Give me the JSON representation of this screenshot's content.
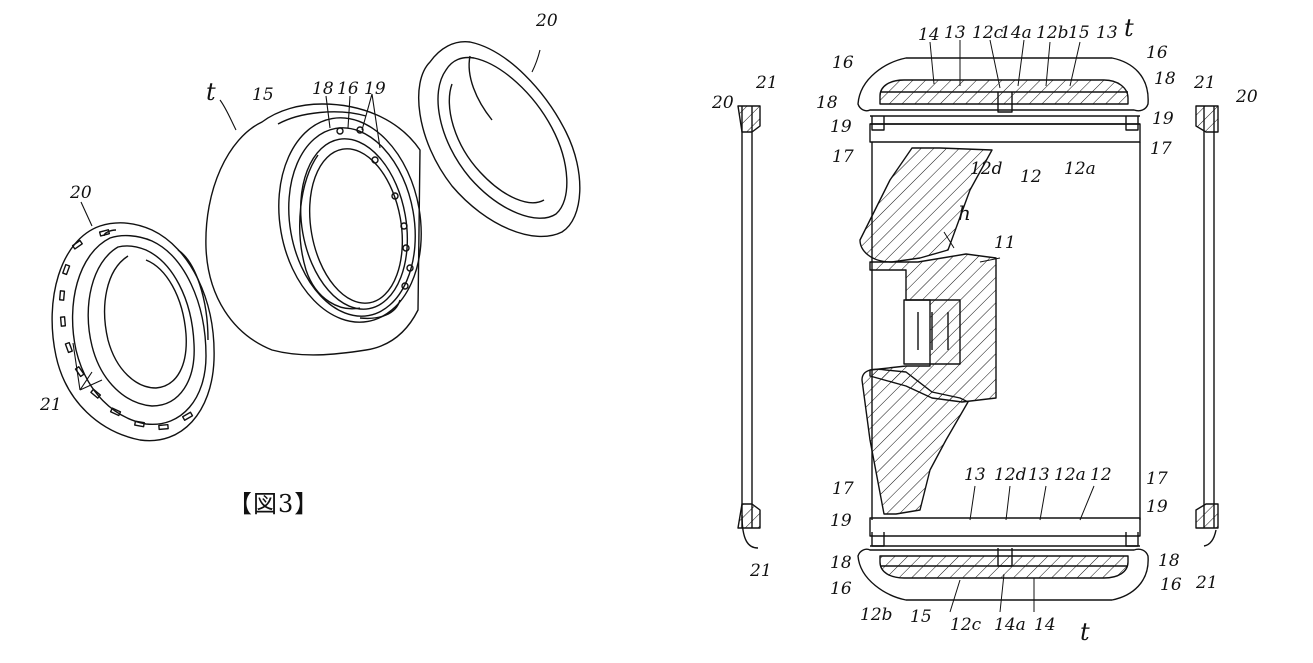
{
  "caption": "【図3】",
  "colors": {
    "ink": "#111111",
    "paper": "#ffffff"
  },
  "left_view": {
    "labels": {
      "t": "t",
      "tread": "15",
      "groove": "18",
      "bead": "16",
      "holes": "19",
      "ring_front": "20",
      "ring_back": "20",
      "lugs": "21"
    }
  },
  "right_view": {
    "labels": {
      "l14_top": "14",
      "l13_top": "13",
      "l12c_top": "12c",
      "l14a_top": "14a",
      "l12b_top": "12b",
      "l15_top": "15",
      "l13b_top": "13",
      "t_top": "t",
      "l16_tr": "16",
      "l16_tl": "16",
      "l18_tl": "18",
      "l18_tr": "18",
      "l19_tl": "19",
      "l19_tr": "19",
      "l17_tl": "17",
      "l17_tr": "17",
      "l12d_top": "12d",
      "l12_top": "12",
      "l12a_top": "12a",
      "h": "h",
      "l11": "11",
      "l21_tl": "21",
      "l20_l": "20",
      "l21_tr": "21",
      "l20_r": "20",
      "l21_bl": "21",
      "l21_br": "21",
      "l13_bot": "13",
      "l12d_bot": "12d",
      "l13b_bot": "13",
      "l12a_bot": "12a",
      "l12_bot": "12",
      "l17_bl": "17",
      "l17_br": "17",
      "l19_bl": "19",
      "l19_br": "19",
      "l18_bl": "18",
      "l18_br": "18",
      "l16_bl": "16",
      "l16_br": "16",
      "l12b_bot": "12b",
      "l15_bot": "15",
      "l12c_bot": "12c",
      "l14a_bot": "14a",
      "l14_bot": "14",
      "t_bot": "t"
    }
  }
}
